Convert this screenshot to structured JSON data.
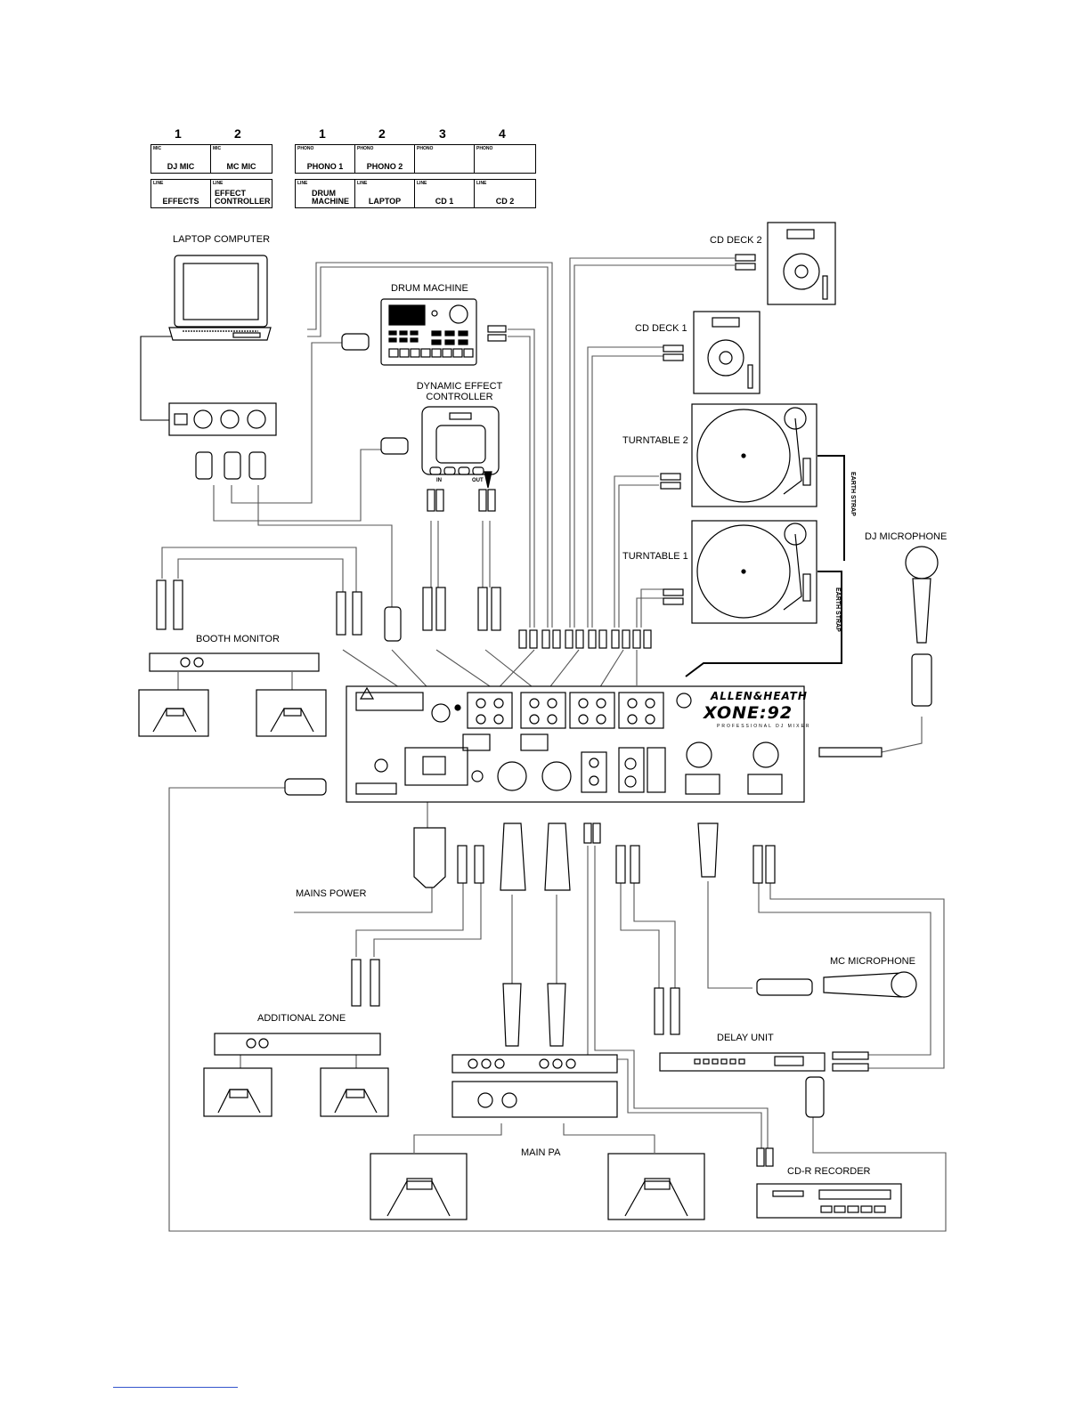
{
  "channel_assignment": {
    "numbers": [
      "1",
      "2",
      "1",
      "2",
      "3",
      "4"
    ],
    "mic_table": [
      {
        "top_tag": "MIC",
        "top_name": "DJ MIC",
        "bottom_tag": "LINE",
        "bottom_name": "EFFECTS"
      },
      {
        "top_tag": "MIC",
        "top_name": "MC MIC",
        "bottom_tag": "LINE",
        "bottom_name": "EFFECT CONTROLLER"
      }
    ],
    "phono_table": [
      {
        "top_tag": "PHONO",
        "top_name": "PHONO 1",
        "bottom_tag": "LINE",
        "bottom_name": "DRUM MACHINE"
      },
      {
        "top_tag": "PHONO",
        "top_name": "PHONO 2",
        "bottom_tag": "LINE",
        "bottom_name": "LAPTOP"
      },
      {
        "top_tag": "PHONO",
        "top_name": "",
        "bottom_tag": "LINE",
        "bottom_name": "CD 1"
      },
      {
        "top_tag": "PHONO",
        "top_name": "",
        "bottom_tag": "LINE",
        "bottom_name": "CD 2"
      }
    ]
  },
  "devices": {
    "laptop": "LAPTOP COMPUTER",
    "drum_machine": "DRUM MACHINE",
    "effect_controller": "DYNAMIC EFFECT CONTROLLER",
    "effect_in": "IN",
    "effect_out": "OUT",
    "cd_deck_2": "CD DECK 2",
    "cd_deck_1": "CD DECK 1",
    "turntable_2": "TURNTABLE 2",
    "turntable_1": "TURNTABLE 1",
    "earth_strap": "EARTH STRAP",
    "dj_microphone": "DJ MICROPHONE",
    "booth_monitor": "BOOTH MONITOR",
    "mains_power": "MAINS POWER",
    "mc_microphone": "MC MICROPHONE",
    "additional_zone": "ADDITIONAL ZONE",
    "delay_unit": "DELAY UNIT",
    "main_pa": "MAIN PA",
    "cdr_recorder": "CD-R RECORDER"
  },
  "mixer": {
    "brand": "ALLEN&HEATH",
    "model": "XONE:92",
    "subtitle": "PROFESSIONAL DJ MIXER"
  }
}
